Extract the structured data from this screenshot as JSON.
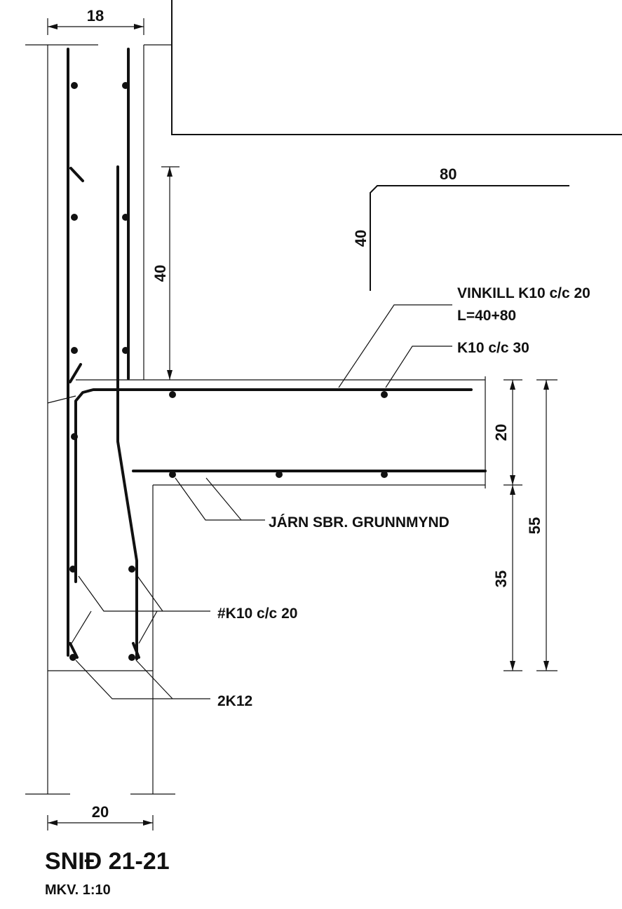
{
  "dimensions": {
    "top_width": "18",
    "bottom_width": "20",
    "upper_height": "40",
    "slab_depth": "20",
    "beam_below": "35",
    "total_depth": "55"
  },
  "bar_shape": {
    "horizontal_leg": "80",
    "vertical_leg": "40"
  },
  "notes": {
    "angle_bar_line1": "VINKILL K10 c/c 20",
    "angle_bar_line2": "L=40+80",
    "top_bar": "K10 c/c 30",
    "bottom_bars": "JÁRN SBR. GRUNNMYND",
    "wall_mesh": "#K10 c/c 20",
    "corner_bars": "2K12"
  },
  "title": {
    "section": "SNIÐ 21-21",
    "scale": "MKV. 1:10"
  }
}
